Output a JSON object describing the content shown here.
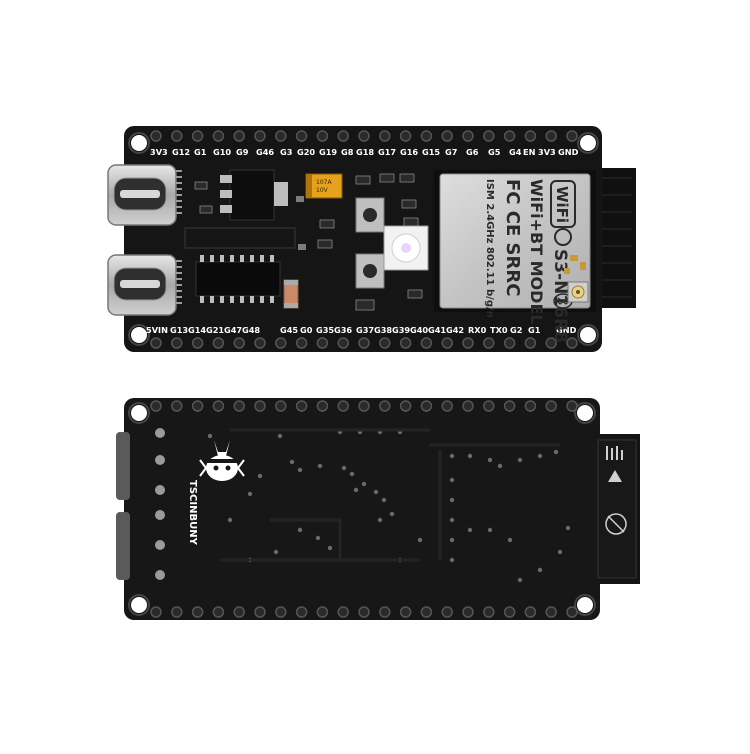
{
  "pin_labels_top": [
    "3V3",
    "G12",
    "G1",
    "G10",
    "G9",
    "G46",
    "G3",
    "G20",
    "G19",
    "G8",
    "G18",
    "G17",
    "G16",
    "G15",
    "G7",
    "G6",
    "G5",
    "G4",
    "EN",
    "3V3",
    "GND"
  ],
  "pin_labels_bottom": [
    "5VIN",
    "G13",
    "G14",
    "G21",
    "G47",
    "G48",
    "G45",
    "G0",
    "G35",
    "G36",
    "G37",
    "G38",
    "G39",
    "G40",
    "G41",
    "G42",
    "RX0",
    "TX0",
    "G2",
    "G1",
    "GND"
  ],
  "module": {
    "wifi_logo": "WiFi",
    "model": "S3-N16R8",
    "line_wifi_bt": "WiFi+BT MODEL",
    "certs": "FC CE SRRC",
    "ism": "ISM 2.4GHz 802.11 b/g/n"
  },
  "capacitor": {
    "line1": "107A",
    "line2": "10V"
  },
  "brand": "TSCINBUNY",
  "colors": {
    "pcb": "#151515",
    "shield": "#c9c9c9",
    "header_gold": "#2a2a2a",
    "capacitor": "#e6a21c"
  }
}
